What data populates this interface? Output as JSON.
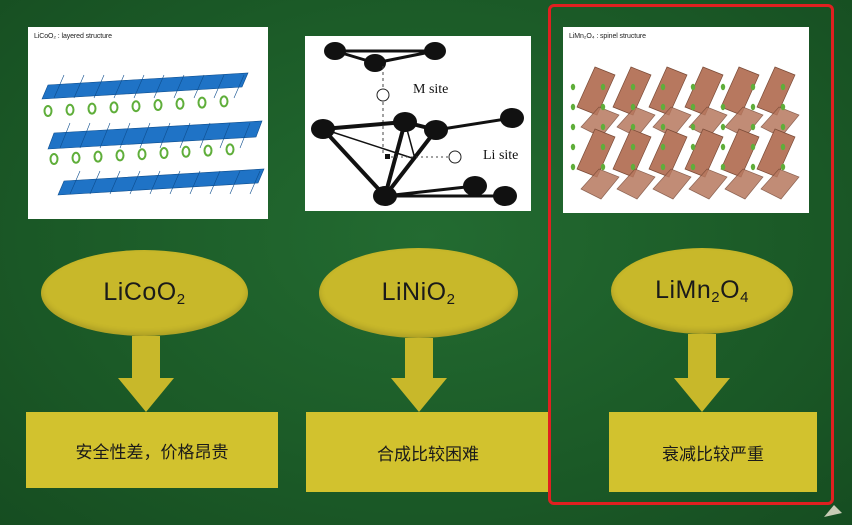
{
  "columns": [
    {
      "panel_caption": "LiCoO₂ : layered structure",
      "formula": {
        "base": "LiCoO",
        "sub": "2",
        "tail": "",
        "tail_sub": ""
      },
      "note": "安全性差，价格昂贵"
    },
    {
      "panel_caption": "",
      "labels": {
        "m_site": "M site",
        "li_site": "Li site"
      },
      "formula": {
        "base": "LiNiO",
        "sub": "2",
        "tail": "",
        "tail_sub": ""
      },
      "note": "合成比较困难"
    },
    {
      "panel_caption": "LiMn₂O₄ : spinel structure",
      "formula": {
        "base": "LiMn",
        "sub": "2",
        "tail": "O",
        "tail_sub": "4"
      },
      "note": "衰减比较严重"
    }
  ],
  "colors": {
    "background": "#1d5e2a",
    "ellipse": "#c8b82a",
    "note_box": "#d2c22e",
    "arrow": "#c8b82a",
    "highlight": "#e02020",
    "layer_blue": "#1f73c6",
    "spinel_brown": "#b7785f",
    "li_green": "#5fae3a"
  }
}
